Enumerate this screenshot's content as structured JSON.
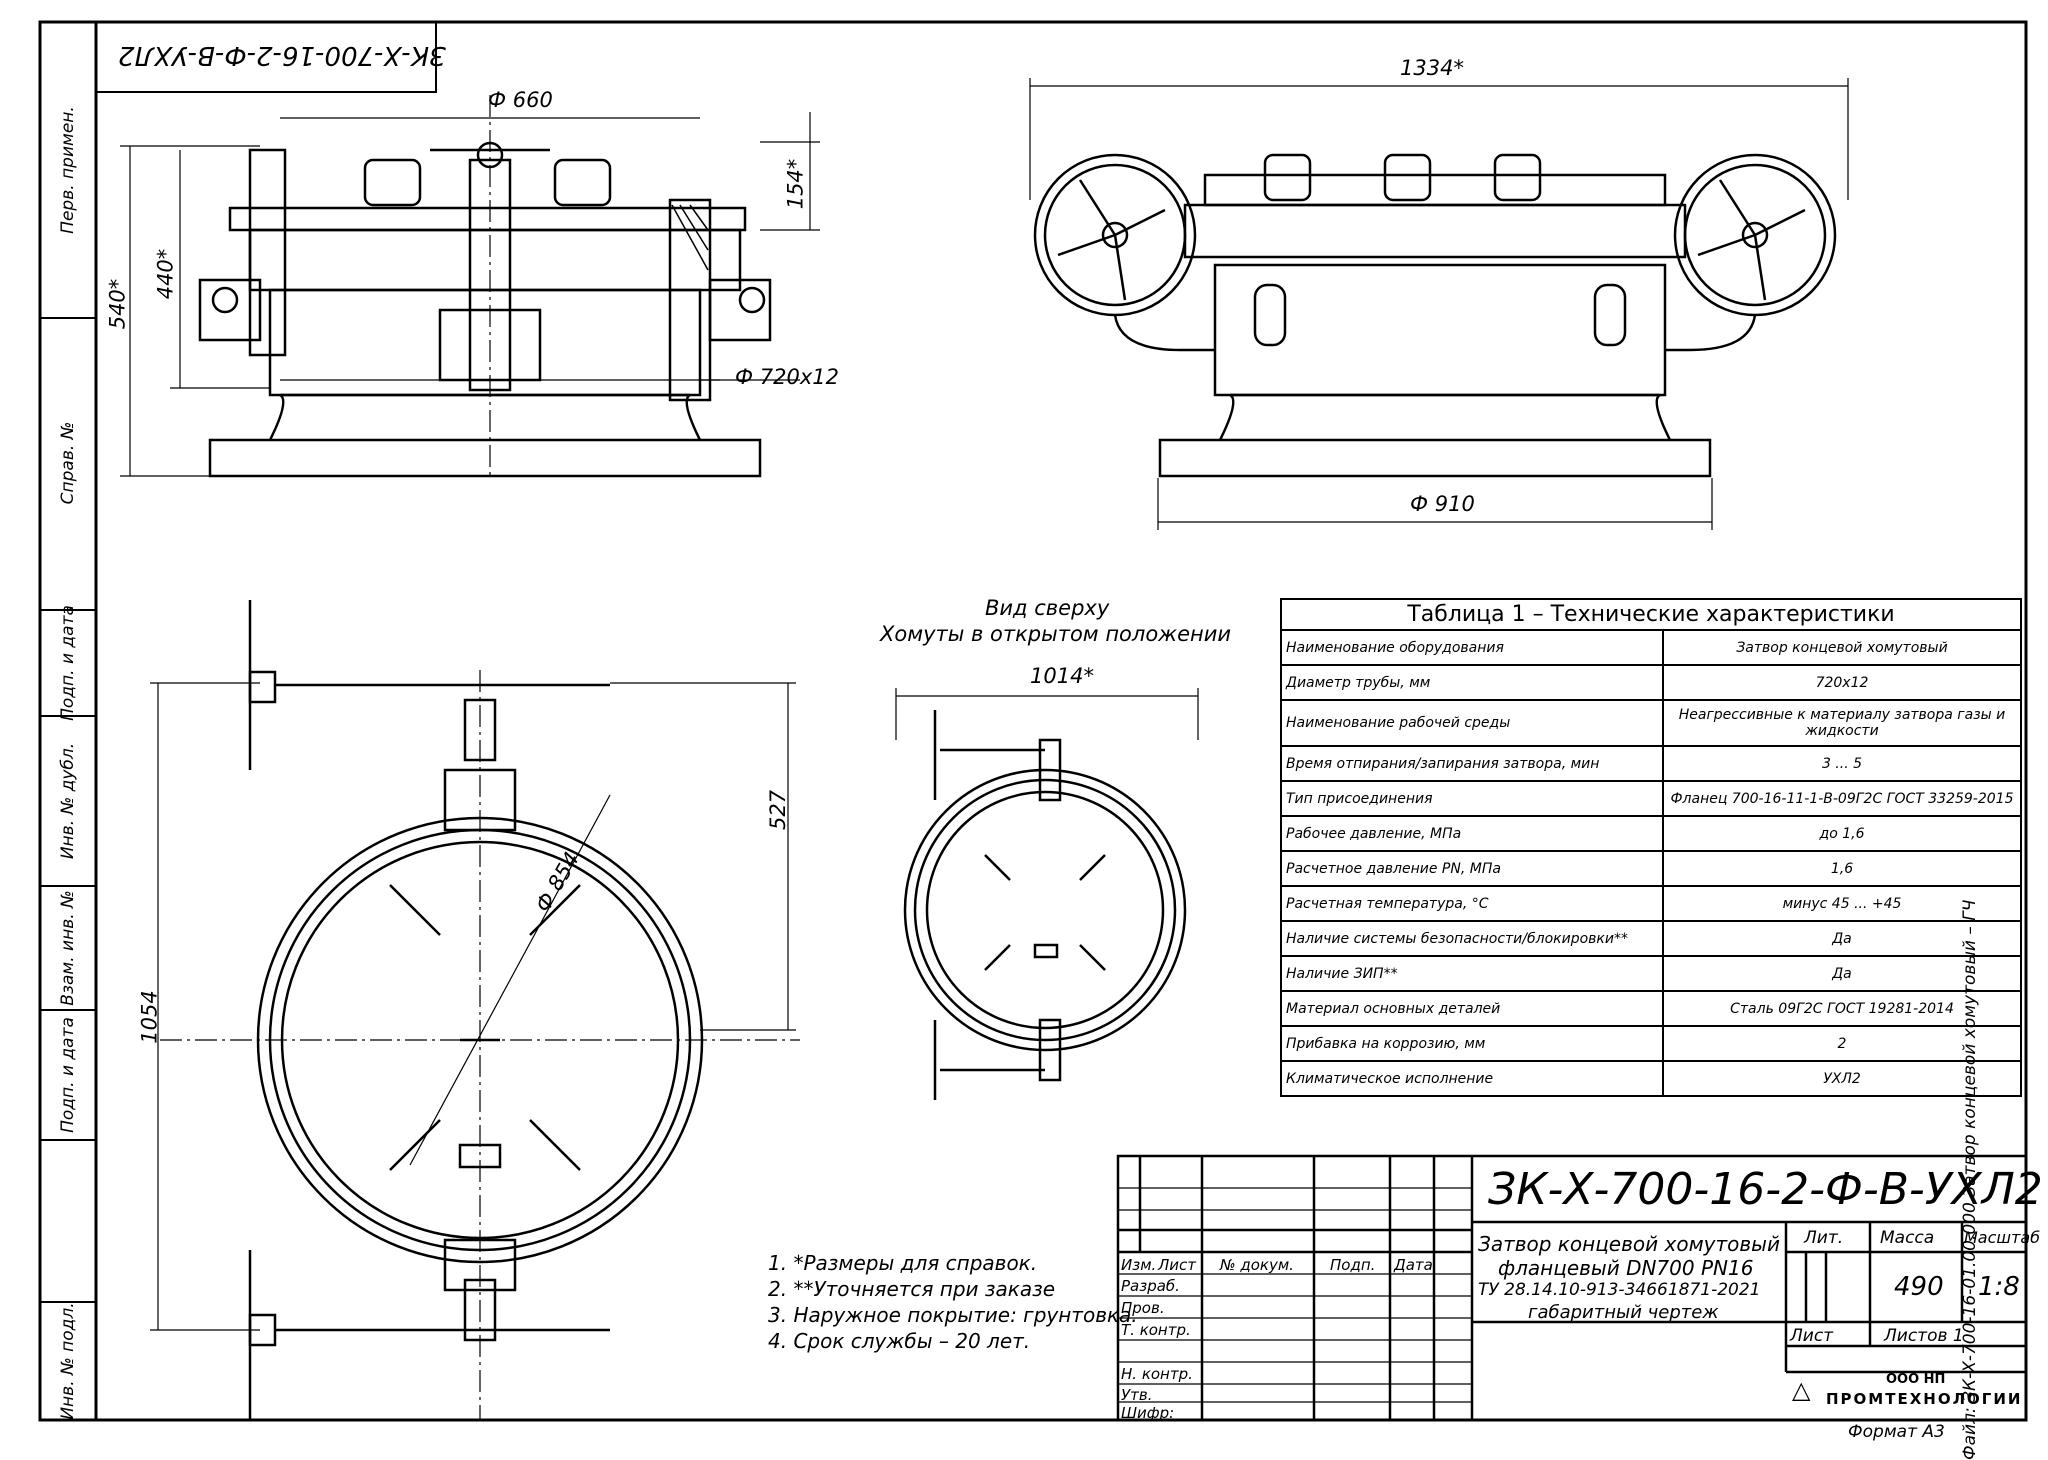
{
  "drawing": {
    "stamp_code": "ЗК-Х-700-16-2-Ф-В-УХЛ2",
    "view_top_caption_1": "Вид сверху",
    "view_top_caption_2": "Хомуты в открытом положении"
  },
  "dimensions": {
    "d660": "Ф 660",
    "d720x12": "Ф 720х12",
    "h154": "154*",
    "h440": "440*",
    "h540": "540*",
    "w1334": "1334*",
    "d910": "Ф 910",
    "w1014": "1014*",
    "h527": "527",
    "d854": "Ф 854",
    "h1054": "1054"
  },
  "side_strip": {
    "perv_primen": "Перв. примен.",
    "sprav_no": "Справ. №",
    "podp_data_1": "Подп. и дата",
    "inv_dubl": "Инв. № дубл.",
    "vzam_inv": "Взам. инв. №",
    "podp_data_2": "Подп. и дата",
    "inv_podl": "Инв. № подл."
  },
  "table": {
    "caption": "Таблица 1 – Технические характеристики",
    "rows": [
      {
        "k": "Наименование оборудования",
        "v": "Затвор концевой хомутовый"
      },
      {
        "k": "Диаметр трубы, мм",
        "v": "720х12"
      },
      {
        "k": "Наименование рабочей среды",
        "v": "Неагрессивные к материалу затвора газы и жидкости"
      },
      {
        "k": "Время отпирания/запирания затвора, мин",
        "v": "3 ... 5"
      },
      {
        "k": "Тип присоединения",
        "v": "Фланец 700-16-11-1-В-09Г2С ГОСТ 33259-2015"
      },
      {
        "k": "Рабочее давление, МПа",
        "v": "до 1,6"
      },
      {
        "k": "Расчетное давление PN, МПа",
        "v": "1,6"
      },
      {
        "k": "Расчетная температура, °С",
        "v": "минус 45 ... +45"
      },
      {
        "k": "Наличие системы безопасности/блокировки**",
        "v": "Да"
      },
      {
        "k": "Наличие ЗИП**",
        "v": "Да"
      },
      {
        "k": "Материал основных деталей",
        "v": "Сталь 09Г2С ГОСТ 19281-2014"
      },
      {
        "k": "Прибавка на коррозию, мм",
        "v": "2"
      },
      {
        "k": "Климатическое исполнение",
        "v": "УХЛ2"
      }
    ]
  },
  "notes": [
    "1.  *Размеры для справок.",
    "2.  **Уточняется при заказе",
    "3. Наружное покрытие: грунтовка.",
    "4. Срок службы – 20 лет."
  ],
  "title_block": {
    "designation": "ЗК-Х-700-16-2-Ф-В-УХЛ2",
    "name_line1": "Затвор концевой хомутовый",
    "name_line2": "фланцевый DN700 PN16",
    "name_line3": "ТУ 28.14.10-913-34661871-2021",
    "name_line4": "габаритный чертеж",
    "izm": "Изм.",
    "list": "Лист",
    "dokum": "№ докум.",
    "podp": "Подп.",
    "data": "Дата",
    "razrab": "Разраб.",
    "prov": "Пров.",
    "tkontr": "Т. контр.",
    "nkontr": "Н. контр.",
    "utv": "Утв.",
    "lit_label": "Лит.",
    "massa_label": "Масса",
    "masshtab_label": "Масштаб",
    "massa": "490",
    "masshtab": "1:8",
    "list_label": "Лист",
    "listov_label": "Листов 1",
    "company_1": "ООО НП",
    "company_2": "ПРОМТЕХНОЛОГИИ",
    "shifr": "Шифр:",
    "format": "Формат А3"
  },
  "file_label": "Файл: ЗК-Х-700-16-01.00.000 Затвор концевой хомутовый – ГЧ"
}
